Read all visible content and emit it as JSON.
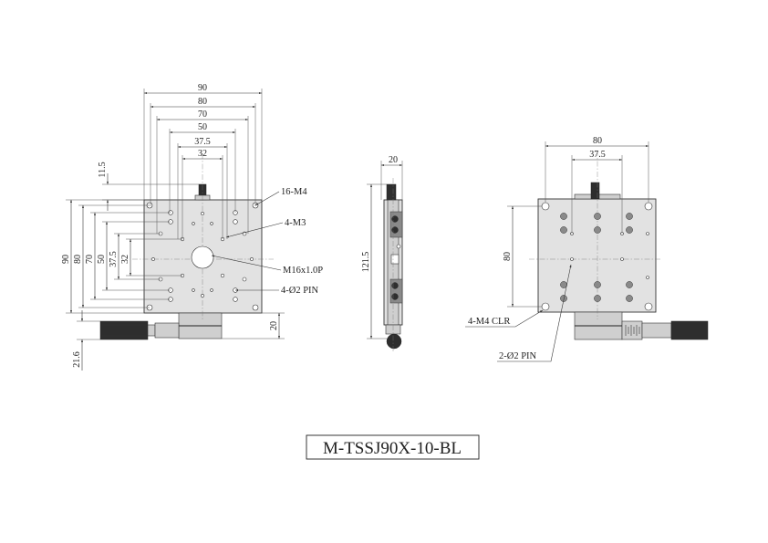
{
  "model": "M-TSSJ90X-10-BL",
  "front_view": {
    "top_dims": [
      "90",
      "80",
      "70",
      "50",
      "37.5",
      "32"
    ],
    "left_dims": [
      "90",
      "80",
      "70",
      "50",
      "37.5",
      "32"
    ],
    "offset_dim": "11.5",
    "base_dim": "20",
    "micrometer_dim": "21.6",
    "callouts": {
      "tapped_holes_m4": "16-M4",
      "tapped_holes_m3": "4-M3",
      "center_thread": "M16x1.0P",
      "pins": "4-Ø2 PIN"
    }
  },
  "side_view": {
    "width_dim": "20",
    "height_dim": "121.5"
  },
  "bottom_view": {
    "top_dims": [
      "80",
      "37.5"
    ],
    "left_dim": "80",
    "callouts": {
      "clearance_holes": "4-M4 CLR",
      "pins": "2-Ø2 PIN"
    }
  },
  "colors": {
    "stage_face": "#e2e2e2",
    "knob": "#2e2e2e",
    "line": "#222222"
  }
}
